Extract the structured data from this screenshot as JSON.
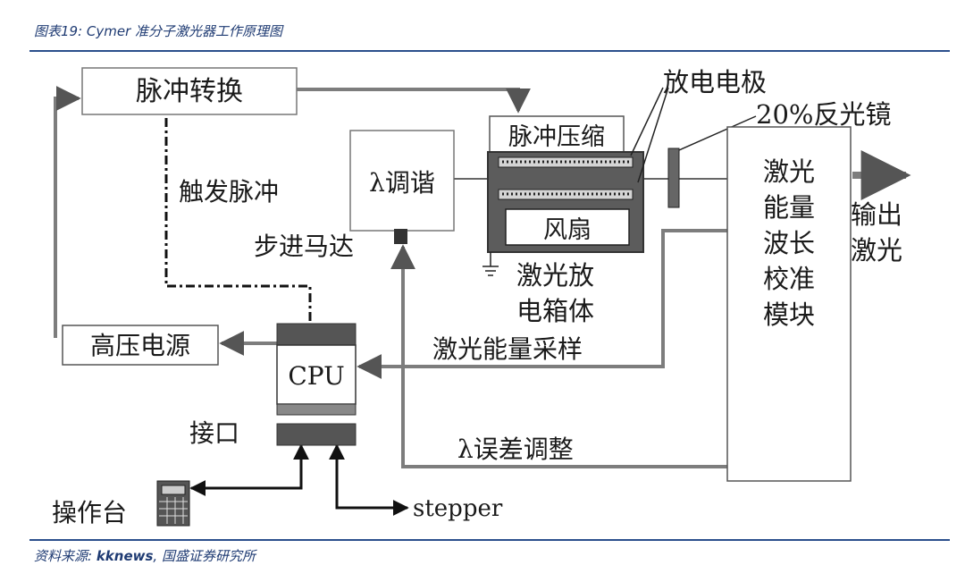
{
  "caption": {
    "prefix": "图表19: ",
    "title": "Cymer 准分子激光器工作原理图"
  },
  "source": {
    "prefix": "资料来源: ",
    "site": "kknews",
    "rest": ", 国盛证券研究所"
  },
  "diagram": {
    "pulse_convert": "脉冲转换",
    "pulse_compress": "脉冲压缩",
    "discharge_electrode": "放电电极",
    "reflector": "20%反光镜",
    "lambda_tune": "λ调谐",
    "trigger_pulse": "触发脉冲",
    "stepper_motor": "步进马达",
    "fan": "风扇",
    "discharge_box_l1": "激光放",
    "discharge_box_l2": "电箱体",
    "module_lines": [
      "激光",
      "能量",
      "波长",
      "校准",
      "模块"
    ],
    "output_l1": "输出",
    "output_l2": "激光",
    "hv_supply": "高压电源",
    "cpu": "CPU",
    "energy_sampling": "激光能量采样",
    "interface": "接口",
    "lambda_error": "λ误差调整",
    "console": "操作台",
    "stepper": "stepper"
  }
}
